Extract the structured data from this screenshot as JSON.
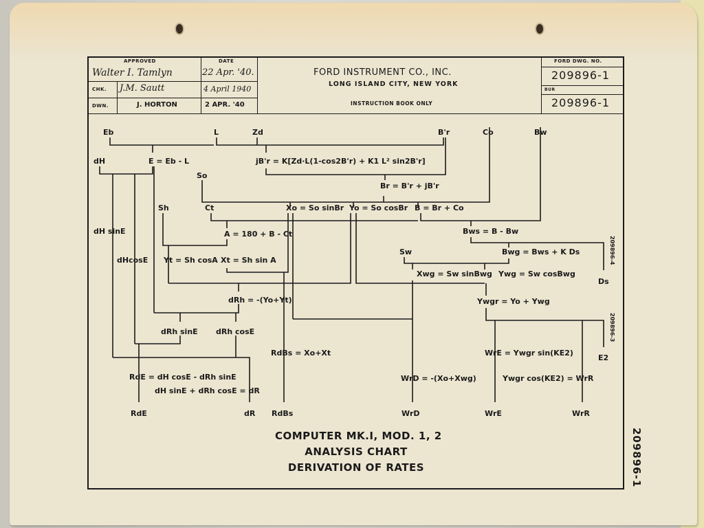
{
  "title_block": {
    "approved_label": "APPROVED",
    "approved_by": "Walter I. Tamlyn",
    "date_label": "DATE",
    "approved_date": "22 Apr. '40.",
    "chk_label": "CHK.",
    "checked_by": "J.M. Sautt",
    "checked_date": "4 April 1940",
    "dwn_label": "DWN.",
    "drawn_by": "J. HORTON",
    "drawn_date": "2 APR. '40",
    "company": "FORD INSTRUMENT CO., INC.",
    "location": "LONG ISLAND CITY, NEW YORK",
    "note": "INSTRUCTION BOOK ONLY",
    "dwg_no_label": "FORD DWG. NO.",
    "dwg_no": "209896-1",
    "bur_label": "BUR",
    "bur_no": "209896-1"
  },
  "diagram": {
    "inputs": {
      "eb": "Eb",
      "l": "L",
      "zd": "Zd",
      "b_prime_r": "B'r",
      "co": "Co",
      "bw": "Bw",
      "dh": "dH",
      "so": "So",
      "sh": "Sh",
      "ct": "Ct",
      "sw": "Sw",
      "ds": "Ds",
      "e2": "E2"
    },
    "equations": {
      "e": "E = Eb - L",
      "jbr": "jB'r = K[Zd·L(1-cos2B'r) + K1 L² sin2B'r]",
      "br": "Br = B'r + jB'r",
      "xo": "Xo = So sinBr",
      "yo": "Yo = So cosBr",
      "b": "B = Br + Co",
      "a": "A = 180 + B - Ct",
      "bws": "Bws = B - Bw",
      "bwg": "Bwg = Bws + K Ds",
      "yt": "Yt = Sh cosA",
      "xt": "Xt = Sh sin A",
      "xwg": "Xwg = Sw sinBwg",
      "ywg": "Ywg = Sw cosBwg",
      "drh": "dRh = -(Yo+Yt)",
      "ywgr": "Ywgr = Yo + Ywg",
      "dh_sine": "dH sinE",
      "dh_cose": "dHcosE",
      "drh_sine": "dRh sinE",
      "drh_cose": "dRh cosE",
      "rdbs": "RdBs = Xo+Xt",
      "wre": "WrE = Ywgr sin(KE2)",
      "wrd": "WrD = -(Xo+Xwg)",
      "wrr": "Ywgr cos(KE2) = WrR",
      "rde": "RdE = dH cosE - dRh sinE",
      "dr": "dH sinE + dRh cosE = dR"
    },
    "outputs": {
      "rde": "RdE",
      "dr": "dR",
      "rdbs": "RdBs",
      "wrd": "WrD",
      "wre": "WrE",
      "wrr": "WrR"
    },
    "refs": {
      "ds_ref": "209896-4",
      "e2_ref": "209896-3"
    }
  },
  "chart_title": {
    "line1": "COMPUTER MK.I, MOD. 1, 2",
    "line2": "ANALYSIS CHART",
    "line3": "DERIVATION OF RATES"
  },
  "margin_number": "209896-1"
}
